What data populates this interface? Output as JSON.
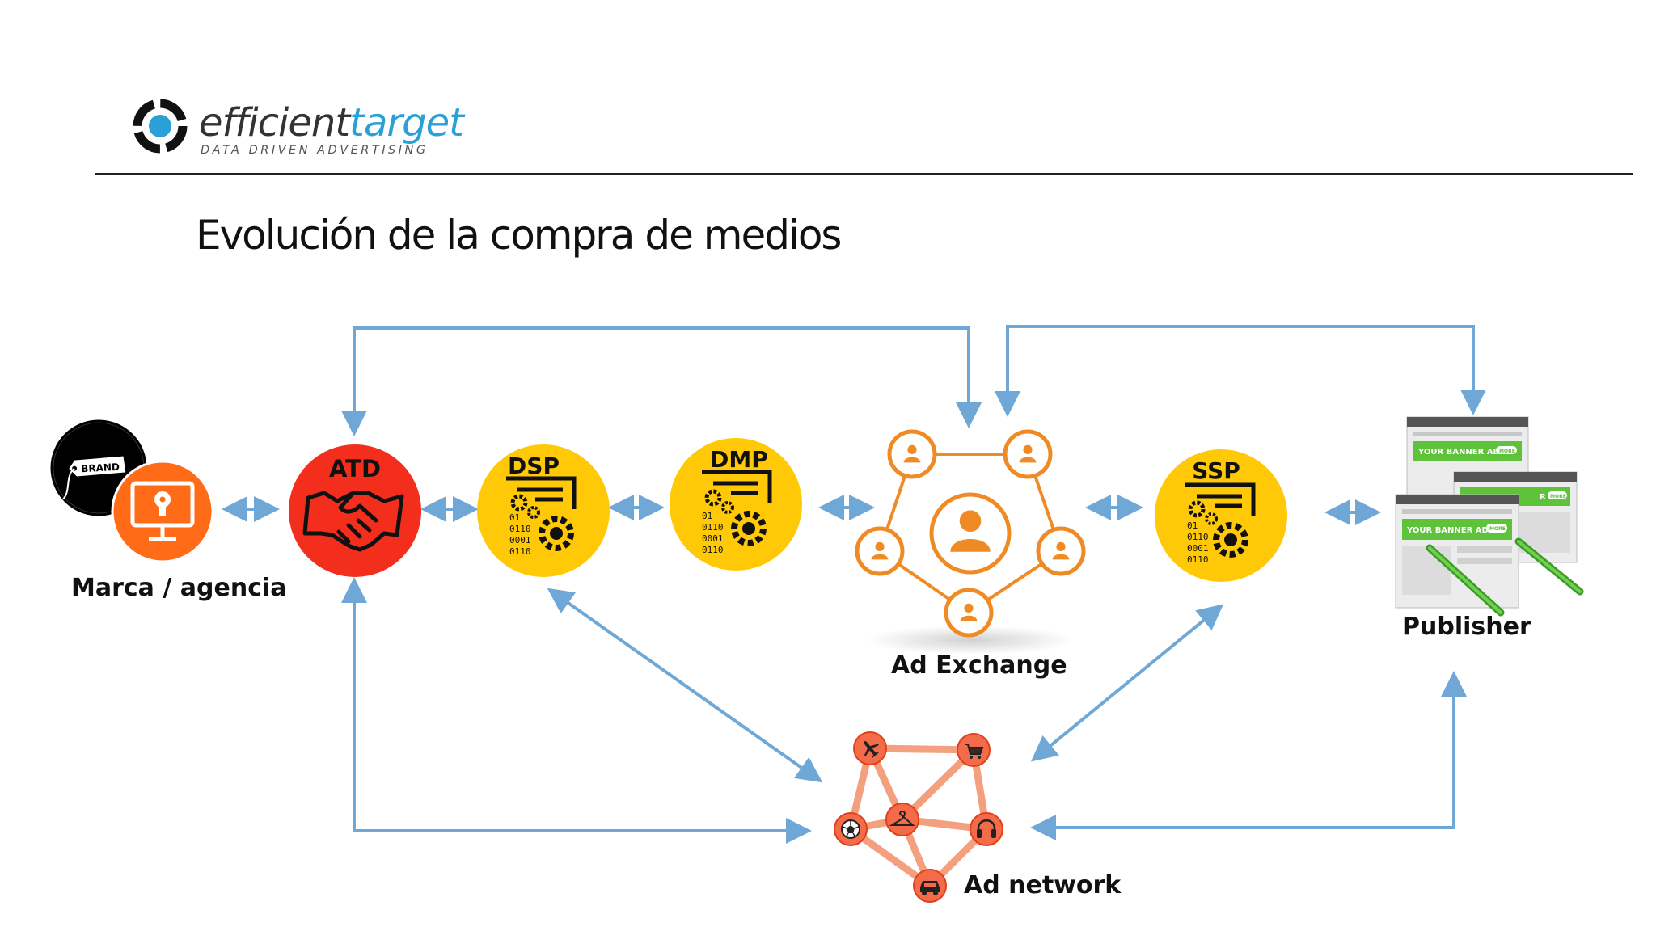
{
  "logo": {
    "word_part1": "efficient",
    "word_part2": "target",
    "tagline": "DATA DRIVEN ADVERTISING"
  },
  "title": "Evolución de la compra de medios",
  "nodes": {
    "brand_badge": "BRAND",
    "marca": "Marca / agencia",
    "atd": "ATD",
    "dsp": "DSP",
    "dmp": "DMP",
    "ssp": "SSP",
    "binary": [
      "01",
      "0110",
      "0001",
      "0110"
    ],
    "ad_exchange": "Ad Exchange",
    "publisher": "Publisher",
    "banner_text": "YOUR BANNER AD",
    "banner_partial": "R AD",
    "banner_btn": "MORE",
    "ad_network": "Ad network"
  },
  "colors": {
    "arrow": "#6fa8d6",
    "atd": "#f42e1c",
    "yellow": "#ffc907",
    "orange": "#ff6b17",
    "exchange": "#f08a24",
    "network": "#f46b4a",
    "network_line": "#f4a07e",
    "banner_green": "#5ec23a"
  }
}
